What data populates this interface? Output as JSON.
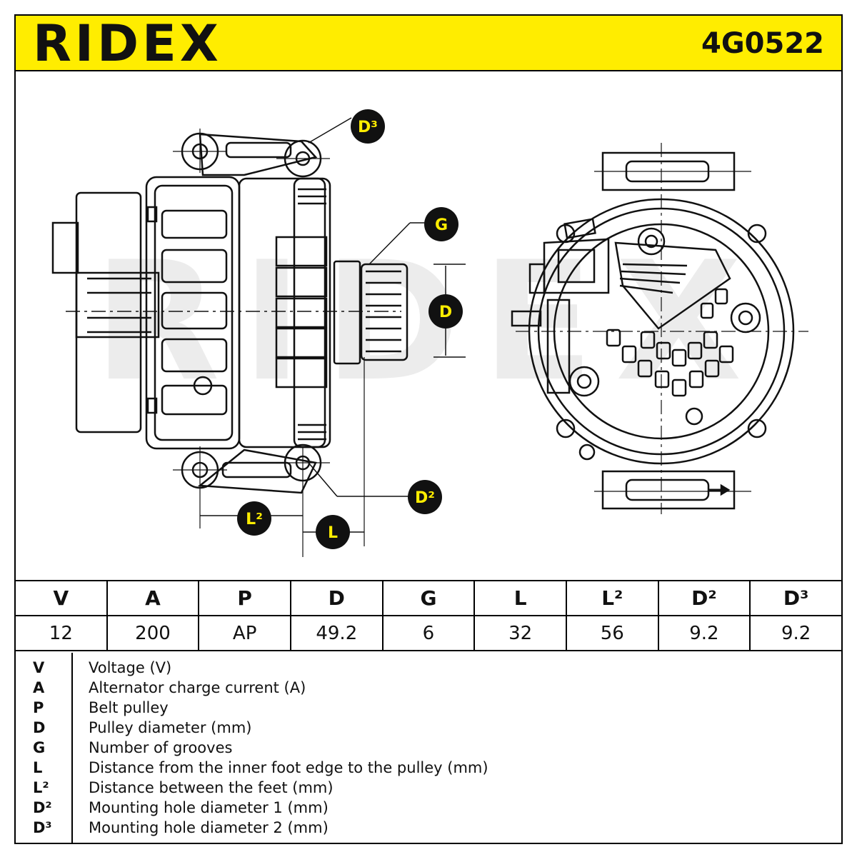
{
  "header": {
    "brand": "RIDEX",
    "part_number": "4G0522"
  },
  "drawing": {
    "watermark": "RIDEX",
    "callouts": {
      "d3": "D³",
      "g": "G",
      "d": "D",
      "d2": "D²",
      "l2": "L²",
      "l": "L"
    },
    "colors": {
      "accent": "#ffed00",
      "line": "#111111",
      "watermark": "#e8e8e8"
    }
  },
  "spec_table": {
    "headers": [
      "V",
      "A",
      "P",
      "D",
      "G",
      "L",
      "L²",
      "D²",
      "D³"
    ],
    "values": [
      "12",
      "200",
      "AP",
      "49.2",
      "6",
      "32",
      "56",
      "9.2",
      "9.2"
    ]
  },
  "legend": [
    {
      "symbol": "V",
      "text": "Voltage (V)"
    },
    {
      "symbol": "A",
      "text": "Alternator charge current (A)"
    },
    {
      "symbol": "P",
      "text": "Belt pulley"
    },
    {
      "symbol": "D",
      "text": "Pulley diameter (mm)"
    },
    {
      "symbol": "G",
      "text": "Number of grooves"
    },
    {
      "symbol": "L",
      "text": "Distance from the inner foot edge to the pulley (mm)"
    },
    {
      "symbol": "L²",
      "text": "Distance between the feet (mm)"
    },
    {
      "symbol": "D²",
      "text": "Mounting hole diameter 1 (mm)"
    },
    {
      "symbol": "D³",
      "text": "Mounting hole diameter 2 (mm)"
    }
  ]
}
